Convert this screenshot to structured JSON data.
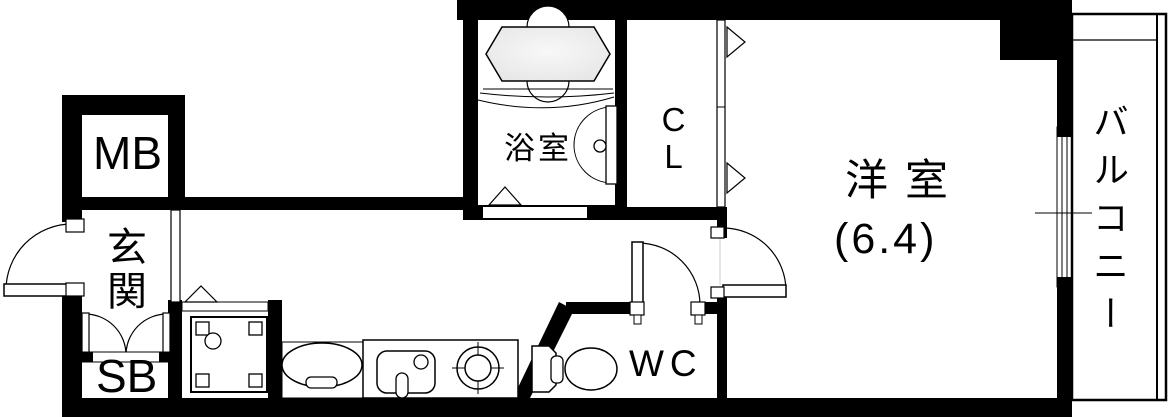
{
  "floorplan": {
    "labels": {
      "meter_box": "MB",
      "entrance": "玄関",
      "shoe_box": "SB",
      "bathroom": "浴室",
      "closet": "CL",
      "toilet": "WC",
      "main_room": "洋室",
      "main_room_size": "(6.4)",
      "balcony": "バルコニー"
    },
    "colors": {
      "wall": "#000000",
      "background": "#ffffff",
      "bathtub_fill": "#ececec"
    }
  }
}
